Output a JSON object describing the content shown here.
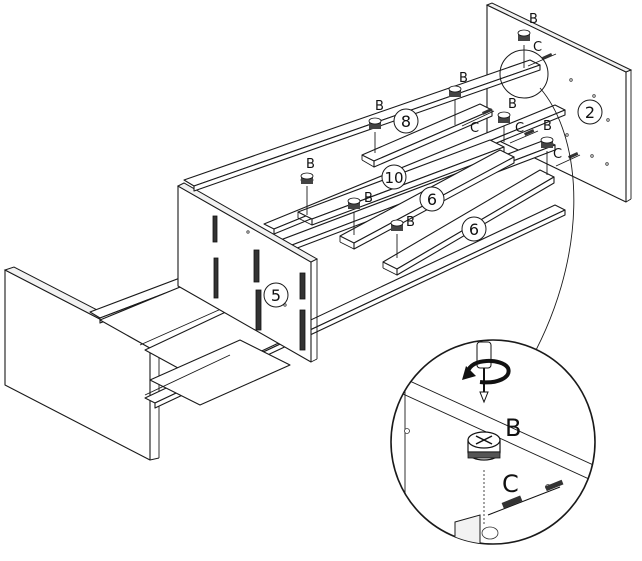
{
  "labels": {
    "part_2": "2",
    "part_5": "5",
    "part_6": "6",
    "part_8": "8",
    "part_10": "10",
    "fitting_b": "B",
    "fitting_c": "C"
  },
  "icons": {
    "rotate_arrow": "clockwise-rotation-arrow-icon",
    "screwdriver": "screwdriver-icon",
    "cam_lock": "cam-lock-icon",
    "dowel": "cam-bolt-icon"
  },
  "colors": {
    "line": "#1a1a1a",
    "background": "#ffffff",
    "shade": "#f2f2f2"
  }
}
